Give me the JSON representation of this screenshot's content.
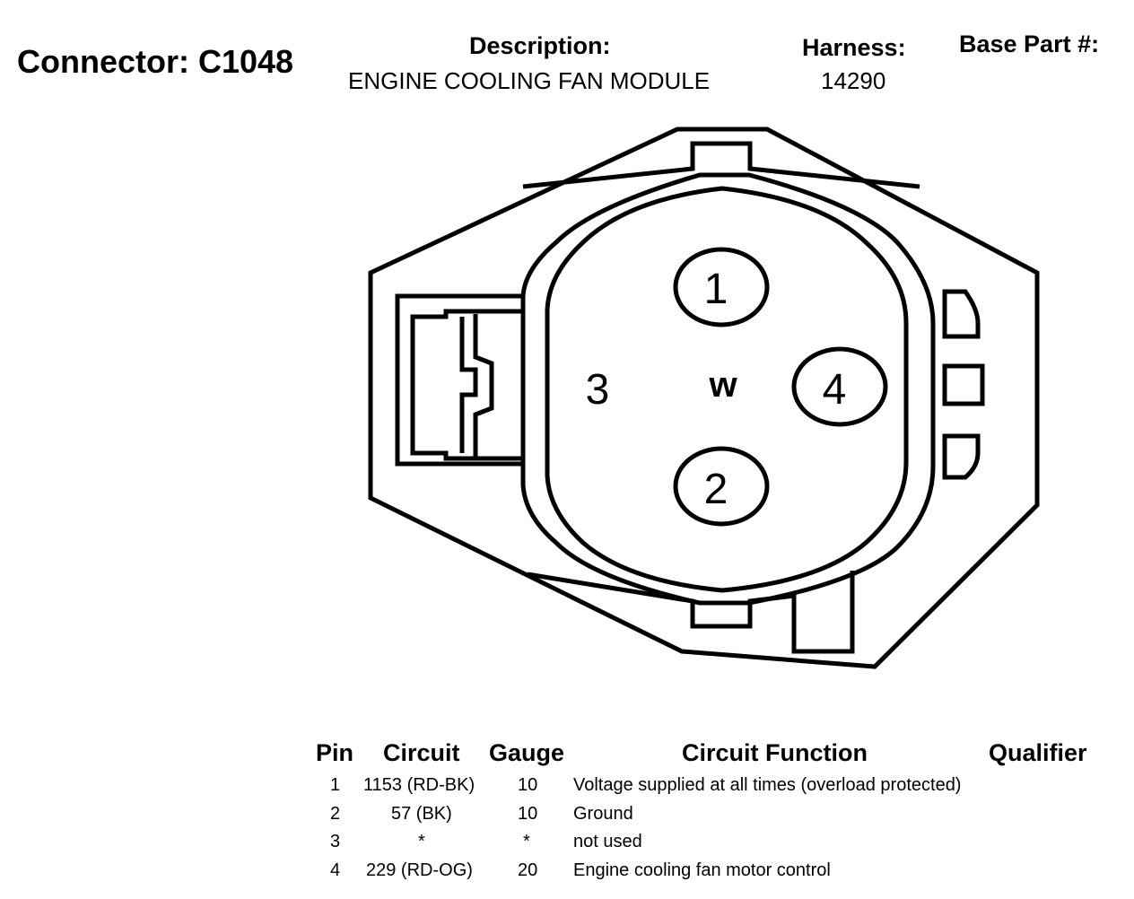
{
  "header": {
    "connector": "Connector: C1048",
    "description_label": "Description:",
    "description_value": "ENGINE COOLING FAN MODULE",
    "harness_label": "Harness:",
    "harness_value": "14290",
    "base_part_label": "Base Part #:"
  },
  "connector": {
    "pins": [
      "1",
      "2",
      "3",
      "4"
    ],
    "center_mark": "w"
  },
  "table": {
    "headers": {
      "pin": "Pin",
      "circuit": "Circuit",
      "gauge": "Gauge",
      "function": "Circuit Function",
      "qualifier": "Qualifier"
    },
    "rows": [
      {
        "pin": "1",
        "circuit": "1153 (RD-BK)",
        "gauge": "10",
        "function": "Voltage supplied at all times (overload protected)"
      },
      {
        "pin": "2",
        "circuit": "57 (BK)",
        "gauge": "10",
        "function": "Ground"
      },
      {
        "pin": "3",
        "circuit": "*",
        "gauge": "*",
        "function": "not used"
      },
      {
        "pin": "4",
        "circuit": "229 (RD-OG)",
        "gauge": "20",
        "function": "Engine cooling fan motor control"
      }
    ]
  }
}
